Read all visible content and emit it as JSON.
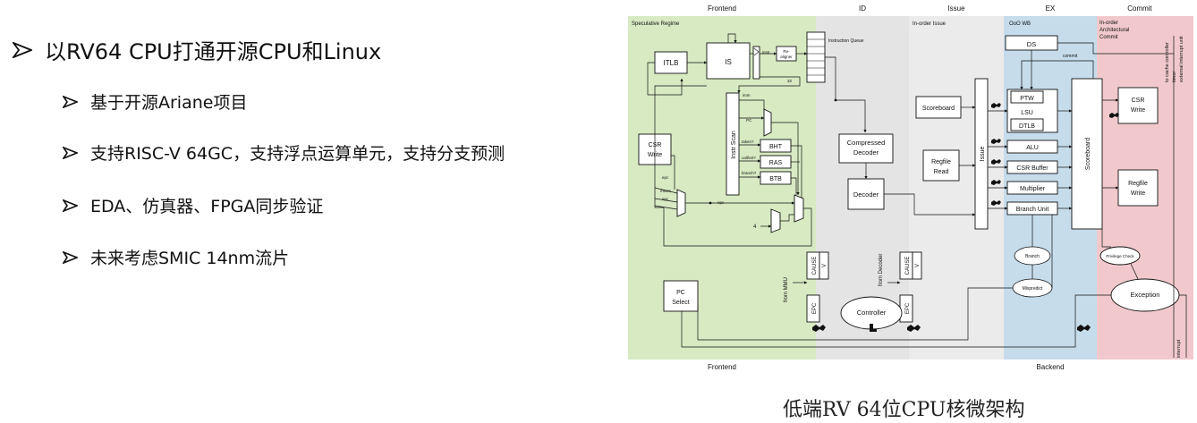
{
  "bullets": [
    {
      "level": 1,
      "text": "以RV64 CPU打通开源CPU和Linux"
    },
    {
      "level": 2,
      "text": "基于开源Ariane项目"
    },
    {
      "level": 2,
      "text": "支持RISC-V 64GC，支持浮点运算单元，支持分支预测"
    },
    {
      "level": 2,
      "text": "EDA、仿真器、FPGA同步验证"
    },
    {
      "level": 2,
      "text": "未来考虑SMIC 14nm流片"
    }
  ],
  "caption": "低端RV 64位CPU核微架构",
  "diagram": {
    "stages": {
      "frontend": "Frontend",
      "id": "ID",
      "issue": "Issue",
      "ex": "EX",
      "commit": "Commit"
    },
    "sub_labels": {
      "speculative": "Speculative Regime",
      "in_order_issue": "In-order Issue",
      "ooo_wb": "OoO WB",
      "in_order_commit_1": "In-order",
      "in_order_commit_2": "Architectural",
      "in_order_commit_3": "Commit"
    },
    "bottom": {
      "frontend": "Frontend",
      "backend": "Backend"
    },
    "blocks": {
      "itlb": "ITLB",
      "is": "IS",
      "realigner_1": "Re-",
      "realigner_2": "aligner",
      "instr_queue": "Instruction Queue",
      "instr_scan": "Instr Scan",
      "bht": "BHT",
      "ras": "RAS",
      "btb": "BTB",
      "csr_write_l_1": "CSR",
      "csr_write_l_2": "Write",
      "pc_select_1": "PC",
      "pc_select_2": "Select",
      "compressed_1": "Compressed",
      "compressed_2": "Decoder",
      "decoder": "Decoder",
      "scoreboard_l": "Scoreboard",
      "regfile_read_1": "Regfile",
      "regfile_read_2": "Read",
      "issue": "Issue",
      "ds": "DS",
      "ptw": "PTW",
      "lsu": "LSU",
      "dtlb": "DTLB",
      "alu": "ALU",
      "csr_buffer": "CSR Buffer",
      "multiplier": "Multiplier",
      "branch_unit": "Branch Unit",
      "scoreboard_r": "Scoreboard",
      "csr_write_r_1": "CSR",
      "csr_write_r_2": "Write",
      "regfile_write_1": "Regfile",
      "regfile_write_2": "Write",
      "branch": "Branch",
      "mispredict": "Mispredict",
      "privilege_check": "Privilege Check",
      "exception": "Exception",
      "controller": "Controller",
      "epc": "EPC",
      "cause": "CAUSE",
      "v": "V",
      "epc2": "EPC",
      "cause2": "CAUSE",
      "v2": "V"
    },
    "signals": {
      "instr": "instr",
      "w32": "32",
      "imm": "imm",
      "pc": "PC",
      "taken": "taken?",
      "call_ret": "call/ret?",
      "branch_q": "branch?",
      "epc": "epc",
      "mtvec": "mtvec",
      "epc_b": "epc",
      "npc": "npc",
      "four": "4",
      "from_mmu": "from MMU",
      "from_decoder": "from Decoder",
      "commit": "commit",
      "to_cache": "to cache controller",
      "timer": "timer",
      "ext_int": "external interrupt unit",
      "interrupt": "interrupt"
    }
  },
  "colors": {
    "frontend_bg": "#d7eac2",
    "id_bg": "#e4e4e4",
    "issue_bg": "#ebebeb",
    "ex_bg": "#c6dceb",
    "commit_bg": "#f1c9cc"
  }
}
